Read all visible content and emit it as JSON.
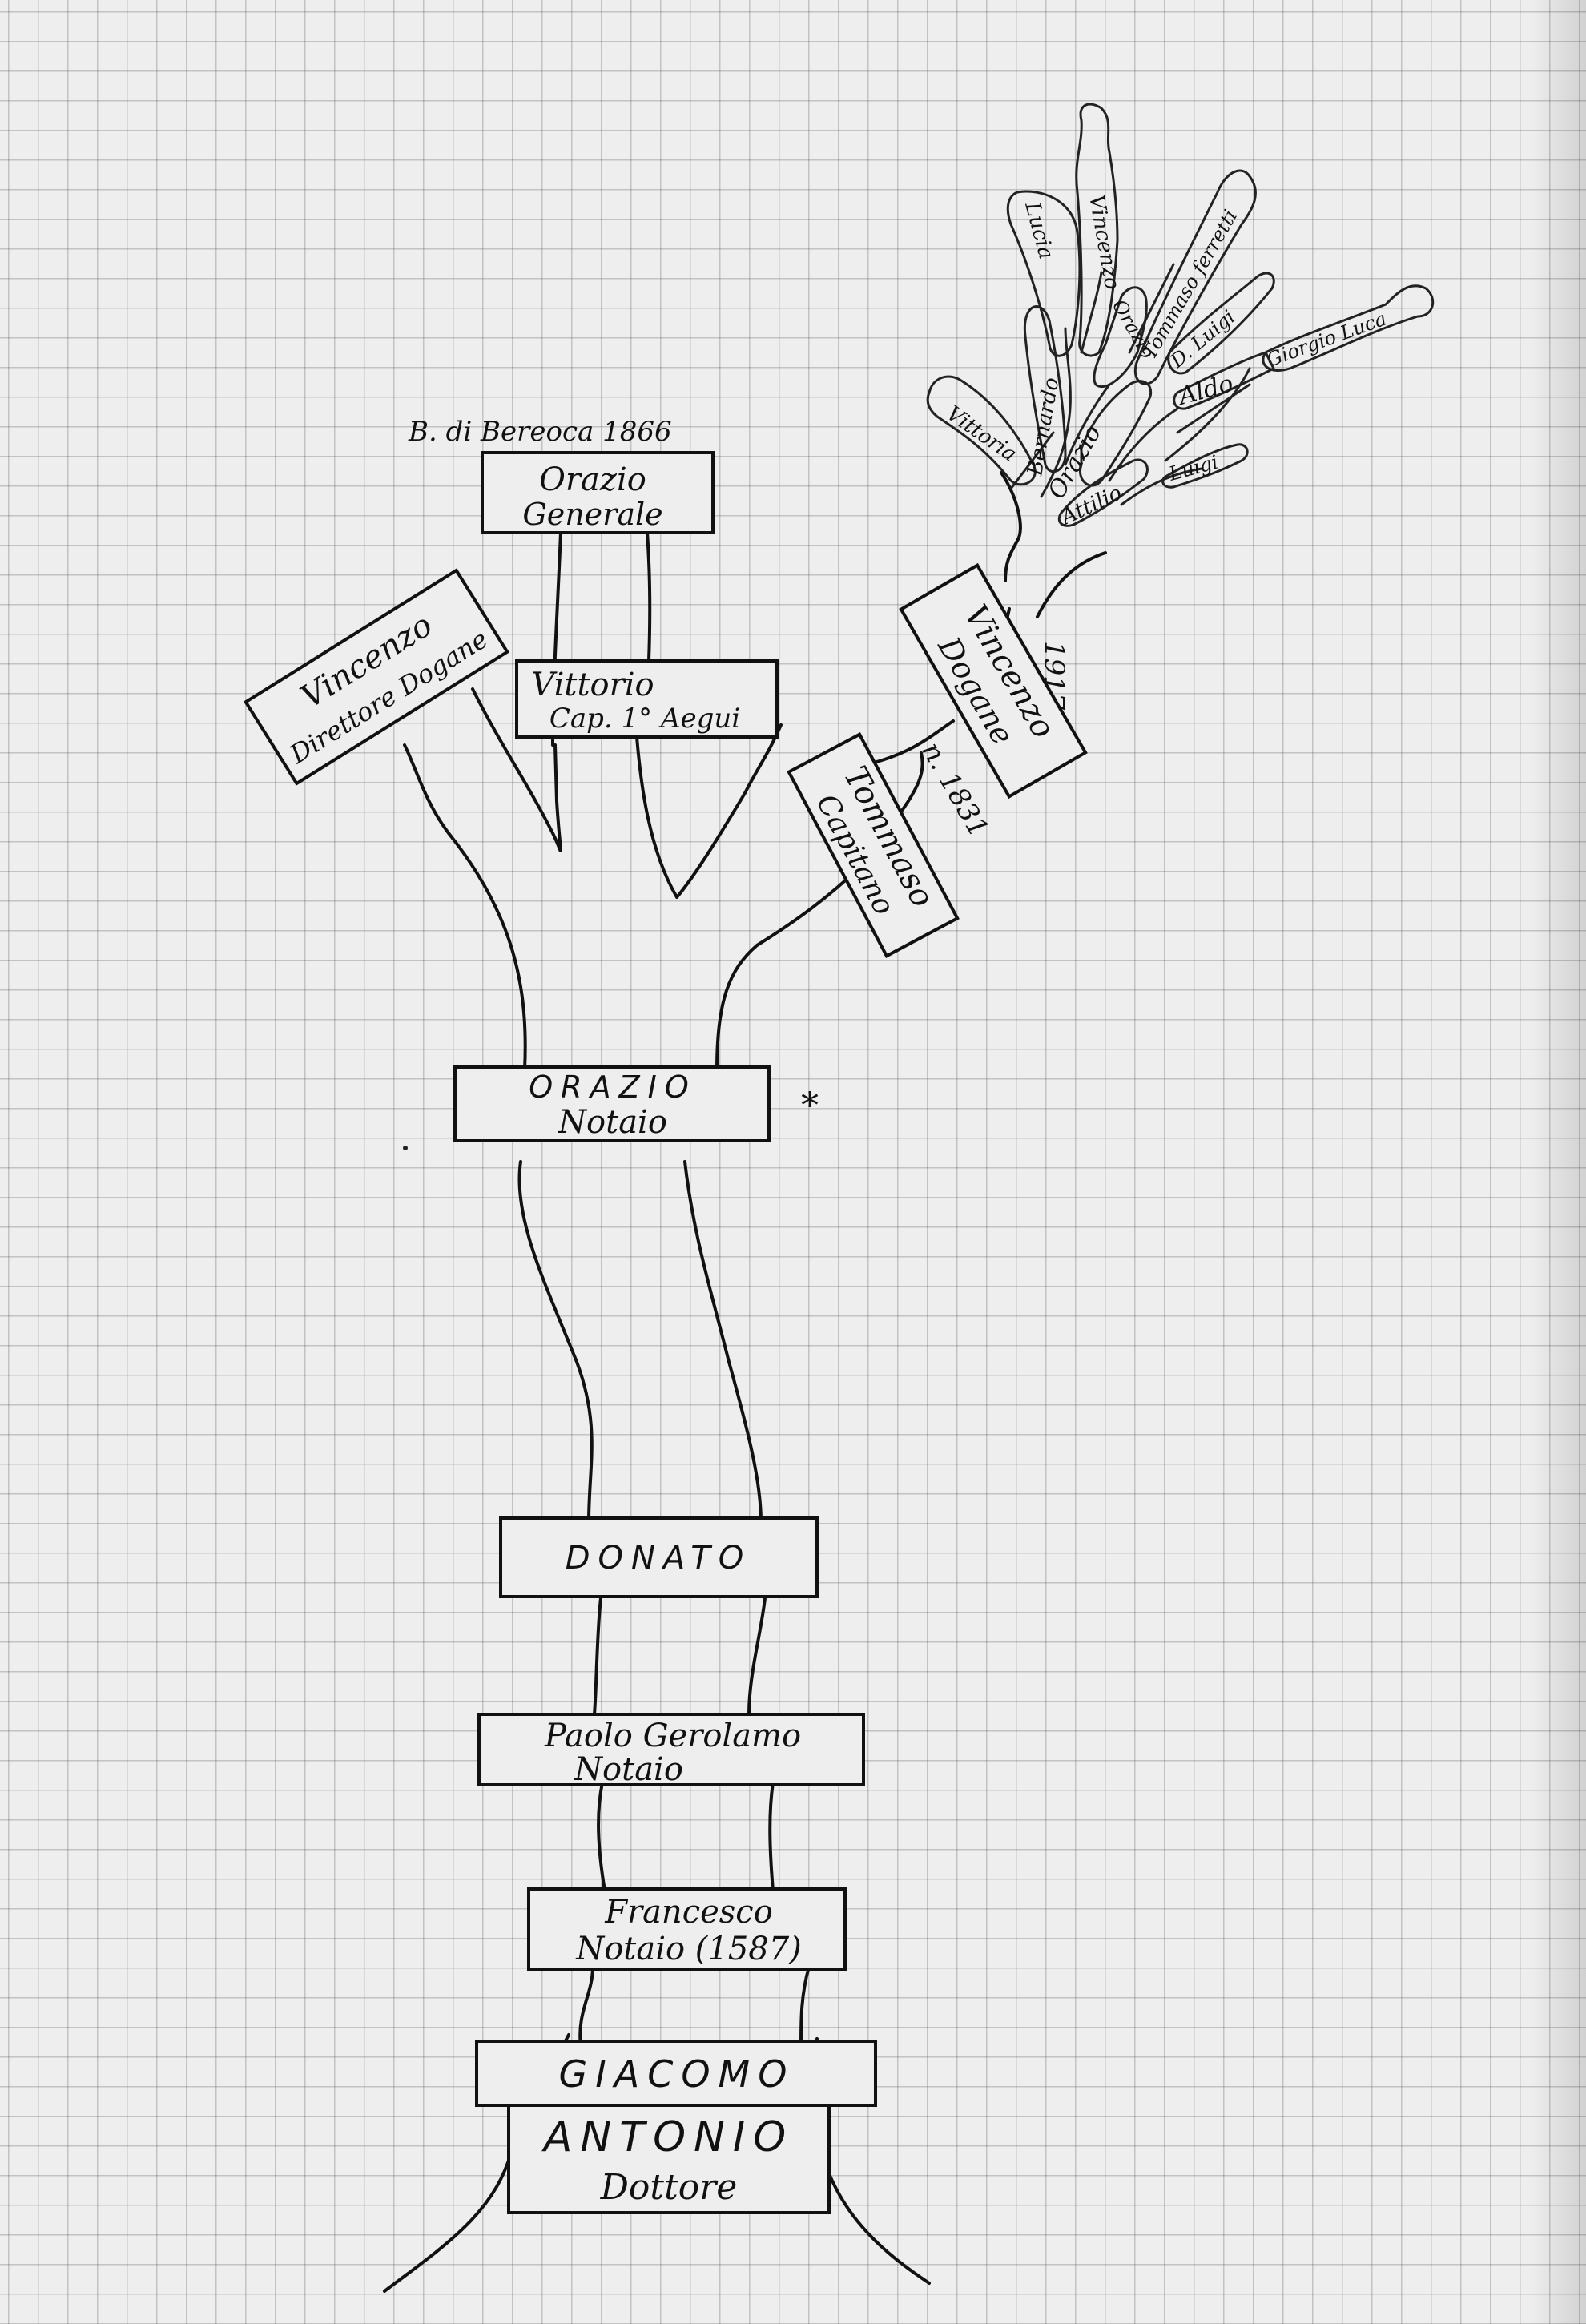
{
  "annotations": {
    "bereoca": "B. di Bereoca 1866",
    "star": "*",
    "born_1831": "n. 1831",
    "died_1917": "1917 †"
  },
  "nodes": {
    "antonio": {
      "line1": "ANTONIO",
      "line2": "Dottore"
    },
    "giacomo": {
      "line1": "GIACOMO"
    },
    "francesco": {
      "line1": "Francesco",
      "line2": "Notaio (1587)"
    },
    "paolo": {
      "line1": "Paolo Gerolamo",
      "line2": "Notaio"
    },
    "donato": {
      "line1": "DONATO"
    },
    "orazio_notaio": {
      "line1": "ORAZIO",
      "line2": "Notaio"
    },
    "orazio_generale": {
      "line1": "Orazio",
      "line2": "Generale"
    },
    "vincenzo_direttore": {
      "line1": "Vincenzo",
      "line2": "Direttore Dogane"
    },
    "vittorio": {
      "line1": "Vittorio",
      "line2": "Cap. 1° Aegui"
    },
    "tommaso": {
      "line1": "Tommaso",
      "line2": "Capitano"
    },
    "vincenzo_dogane": {
      "line1": "Vincenzo",
      "line2": "Dogane"
    }
  },
  "leaves": {
    "vittoria": "Vittoria",
    "bernardo": "Bernardo",
    "orazio": "Orazio",
    "attilio": "Attilio",
    "luigi": "Luigi",
    "aldo": "Aldo",
    "giorgio_luca": "Giorgio Luca",
    "d_luigi": "D. Luigi",
    "tommaso_ferretti": "Tommaso ferretti",
    "lucia": "Lucia",
    "vincenzo": "Vincenzo",
    "orazio_2": "Orazio"
  }
}
